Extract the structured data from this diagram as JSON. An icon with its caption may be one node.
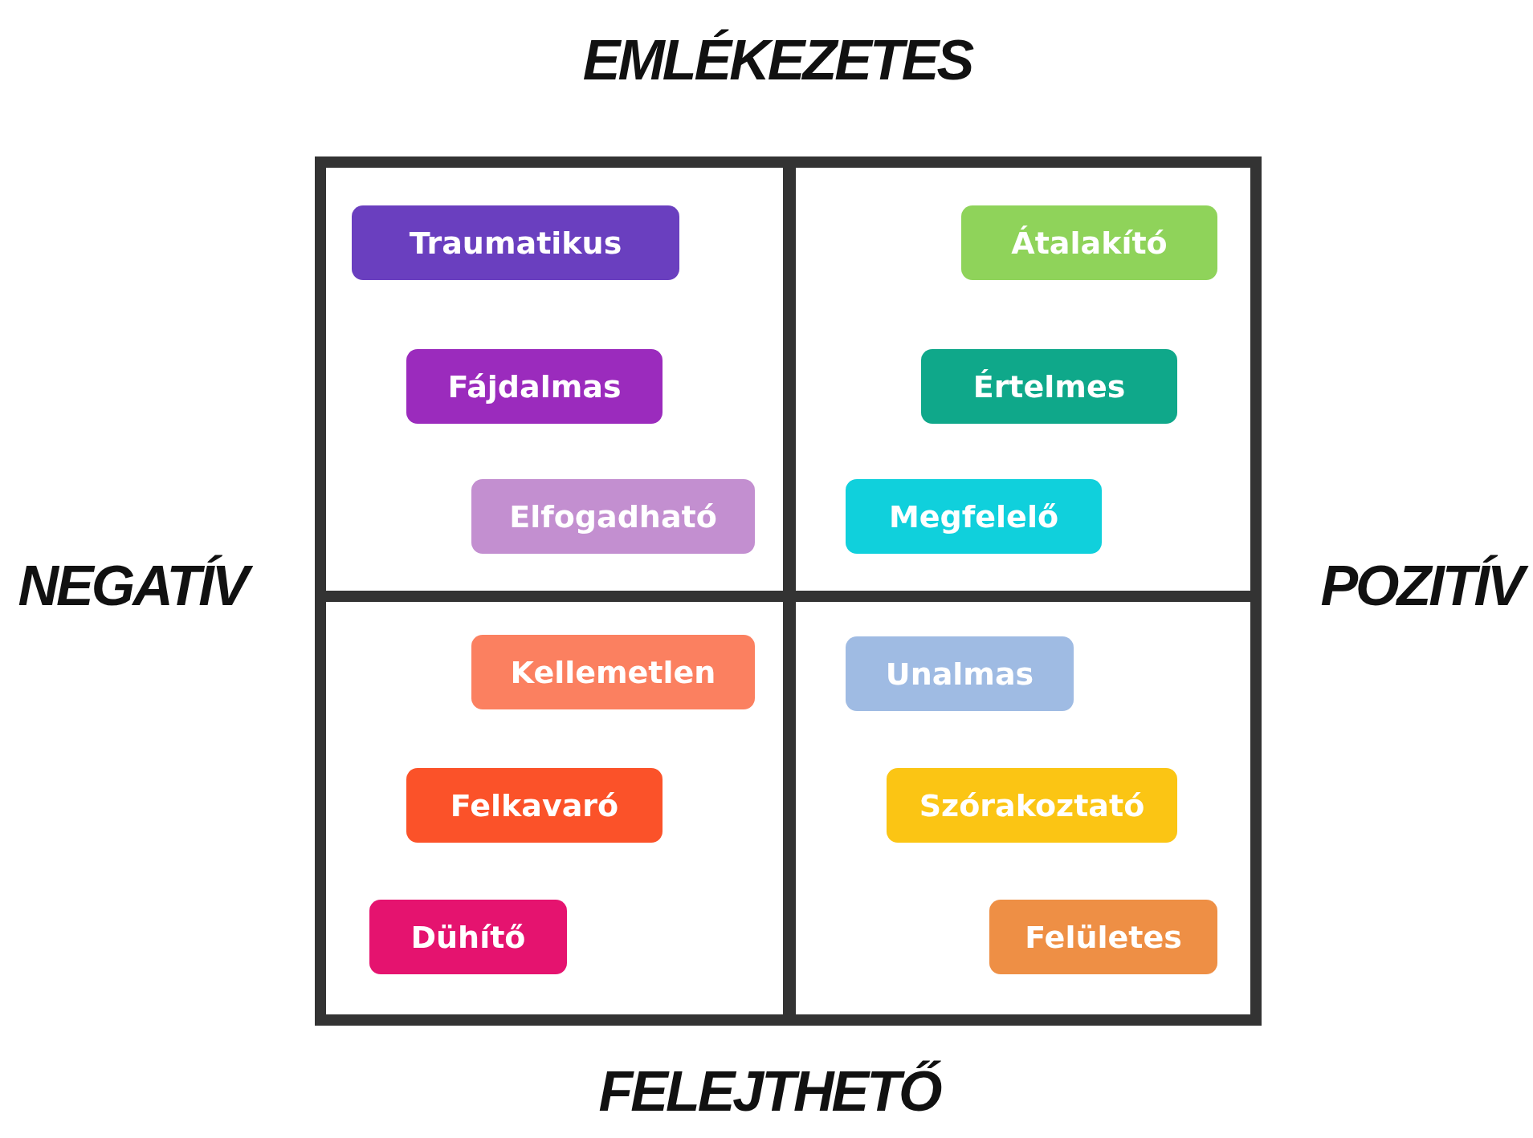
{
  "diagram": {
    "nodes": [
      {
        "text": [
          "Traumatikus"
        ]
      },
      {
        "text": [
          "Átalakító"
        ]
      },
      {
        "text": [
          "Fájdalmas"
        ]
      },
      {
        "text": [
          "Értelmes"
        ]
      },
      {
        "text": [
          "Elfogadható"
        ]
      },
      {
        "text": [
          "Megfelelő"
        ]
      },
      {
        "text": [
          "Kellemetlen"
        ]
      },
      {
        "text": [
          "Unalmas"
        ]
      },
      {
        "text": [
          "Felkavaró"
        ]
      },
      {
        "text": [
          "Szórakoztató"
        ]
      },
      {
        "text": [
          "Dühítő"
        ]
      },
      {
        "text": [
          "Felületes"
        ]
      }
    ],
    "labels": [
      "EMLÉKEZETES",
      "NEGATÍV",
      "POZITÍV",
      "FELEJTHETŐ"
    ]
  }
}
